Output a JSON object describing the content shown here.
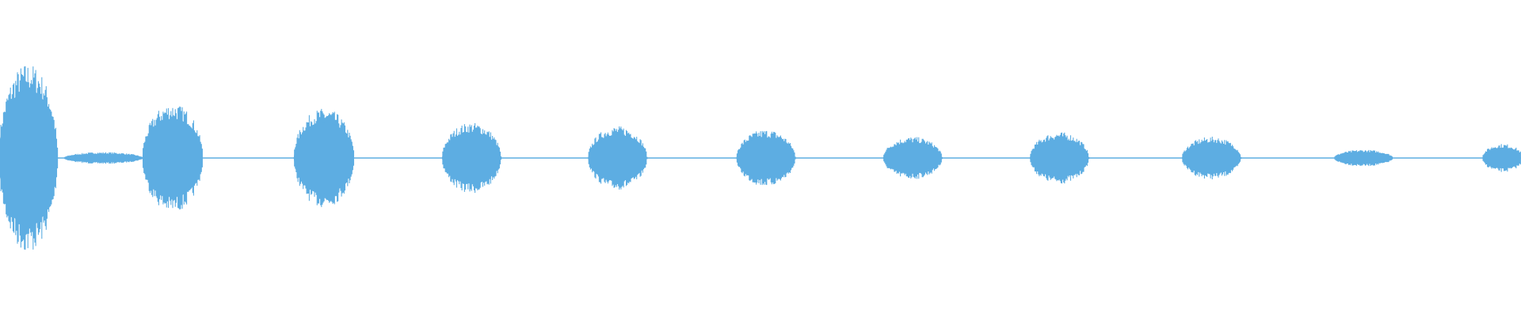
{
  "waveform": {
    "color": "#5dade2",
    "baseline_amplitude": 0.006,
    "bursts": [
      {
        "center": 0.0185,
        "width": 0.039,
        "amplitude": 0.8
      },
      {
        "center": 0.068,
        "width": 0.052,
        "amplitude": 0.05
      },
      {
        "center": 0.1135,
        "width": 0.04,
        "amplitude": 0.46
      },
      {
        "center": 0.213,
        "width": 0.04,
        "amplitude": 0.42
      },
      {
        "center": 0.31,
        "width": 0.039,
        "amplitude": 0.3
      },
      {
        "center": 0.406,
        "width": 0.039,
        "amplitude": 0.27
      },
      {
        "center": 0.5035,
        "width": 0.039,
        "amplitude": 0.24
      },
      {
        "center": 0.6,
        "width": 0.039,
        "amplitude": 0.18
      },
      {
        "center": 0.6965,
        "width": 0.039,
        "amplitude": 0.22
      },
      {
        "center": 0.7965,
        "width": 0.039,
        "amplitude": 0.18
      },
      {
        "center": 0.8965,
        "width": 0.039,
        "amplitude": 0.07
      },
      {
        "center": 0.988,
        "width": 0.027,
        "amplitude": 0.12
      }
    ]
  }
}
